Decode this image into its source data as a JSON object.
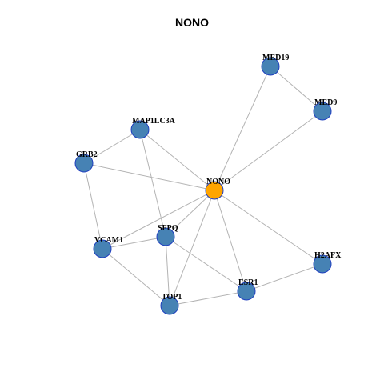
{
  "title": "NONO",
  "colors": {
    "node": "#4682b4",
    "center": "#ffa500",
    "border": "#1f3fbf",
    "edge": "#b3b3b3"
  },
  "nodes": [
    {
      "id": "MED19",
      "label": "MED19",
      "center": false
    },
    {
      "id": "MED9",
      "label": "MED9",
      "center": false
    },
    {
      "id": "MAP1LC3A",
      "label": "MAP1LC3A",
      "center": false
    },
    {
      "id": "GRB2",
      "label": "GRB2",
      "center": false
    },
    {
      "id": "NONO",
      "label": "NONO",
      "center": true
    },
    {
      "id": "SFPQ",
      "label": "SFPQ",
      "center": false
    },
    {
      "id": "VCAM1",
      "label": "VCAM1",
      "center": false
    },
    {
      "id": "H2AFX",
      "label": "H2AFX",
      "center": false
    },
    {
      "id": "ESR1",
      "label": "ESR1",
      "center": false
    },
    {
      "id": "TOP1",
      "label": "TOP1",
      "center": false
    }
  ],
  "edges": [
    [
      "MED19",
      "MED9"
    ],
    [
      "MED19",
      "NONO"
    ],
    [
      "MED9",
      "NONO"
    ],
    [
      "MAP1LC3A",
      "GRB2"
    ],
    [
      "MAP1LC3A",
      "NONO"
    ],
    [
      "MAP1LC3A",
      "SFPQ"
    ],
    [
      "GRB2",
      "NONO"
    ],
    [
      "GRB2",
      "VCAM1"
    ],
    [
      "NONO",
      "VCAM1"
    ],
    [
      "NONO",
      "SFPQ"
    ],
    [
      "NONO",
      "H2AFX"
    ],
    [
      "NONO",
      "ESR1"
    ],
    [
      "NONO",
      "TOP1"
    ],
    [
      "SFPQ",
      "VCAM1"
    ],
    [
      "SFPQ",
      "ESR1"
    ],
    [
      "SFPQ",
      "TOP1"
    ],
    [
      "VCAM1",
      "TOP1"
    ],
    [
      "H2AFX",
      "ESR1"
    ],
    [
      "ESR1",
      "TOP1"
    ]
  ]
}
